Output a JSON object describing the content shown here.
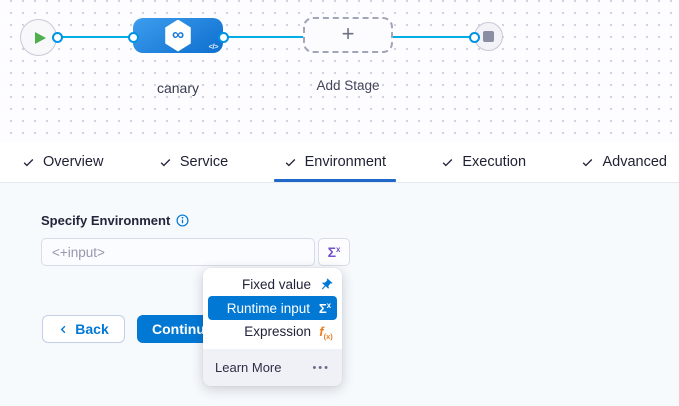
{
  "canvas": {
    "stage": {
      "label": "canary",
      "infinity_glyph": "∞",
      "code_glyph": "</>"
    },
    "add_stage": {
      "label": "Add Stage",
      "plus_glyph": "+"
    }
  },
  "tabs": [
    {
      "label": "Overview"
    },
    {
      "label": "Service"
    },
    {
      "label": "Environment",
      "active": true
    },
    {
      "label": "Execution"
    },
    {
      "label": "Advanced"
    }
  ],
  "form": {
    "label": "Specify Environment",
    "placeholder": "<+input>",
    "sigma": "Σ",
    "sigma_sup": "x"
  },
  "actions": {
    "back": "Back",
    "continue": "Continue"
  },
  "menu": {
    "items": [
      {
        "label": "Fixed value"
      },
      {
        "label": "Runtime input",
        "selected": true
      },
      {
        "label": "Expression"
      }
    ],
    "fx_glyph": "f",
    "fx_sub": "(x)",
    "footer_label": "Learn More",
    "footer_dots": "•••"
  },
  "colors": {
    "primary": "#0278d5",
    "edge": "#00ade4",
    "runtime_purple": "#7352c7",
    "expression_orange": "#ee7d22",
    "success_green": "#4daf4e"
  }
}
